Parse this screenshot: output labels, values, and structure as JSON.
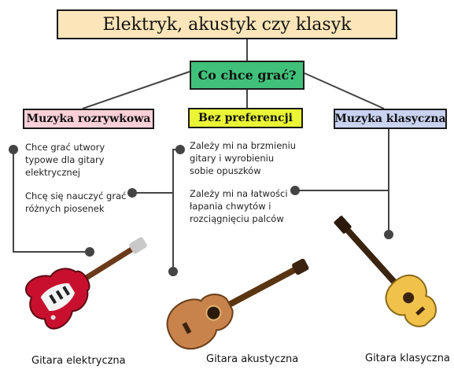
{
  "title": "Elektryk, akustyk czy klasyk",
  "question": "Co chce grać?",
  "categories": {
    "pop": "Muzyka rozrywkowa",
    "none": "Bez preferencji",
    "classic": "Muzyka klasyczna"
  },
  "notes": {
    "pop_1": "Chce grać utwory\ntypowe dla gitary\nelektrycznej",
    "pop_2": "Chcę się nauczyć grać\nróżnych piosenek",
    "none_1": "Zależy mi na brzmieniu\ngitary i wyrobieniu\nsobie opuszków",
    "none_2": "Zależy mi na łatwości\nłapania chwytów i\nrozciągnięciu palców"
  },
  "captions": {
    "electric": "Gitara elektryczna",
    "acoustic": "Gitara akustyczna",
    "classical": "Gitara klasyczna"
  },
  "colors": {
    "title_bg": "#fce5b8",
    "question_bg": "#40c17a",
    "pop_bg": "#fbd0d8",
    "none_bg": "#e9f535",
    "classic_bg": "#c9d3f1",
    "connector": "#444444"
  }
}
